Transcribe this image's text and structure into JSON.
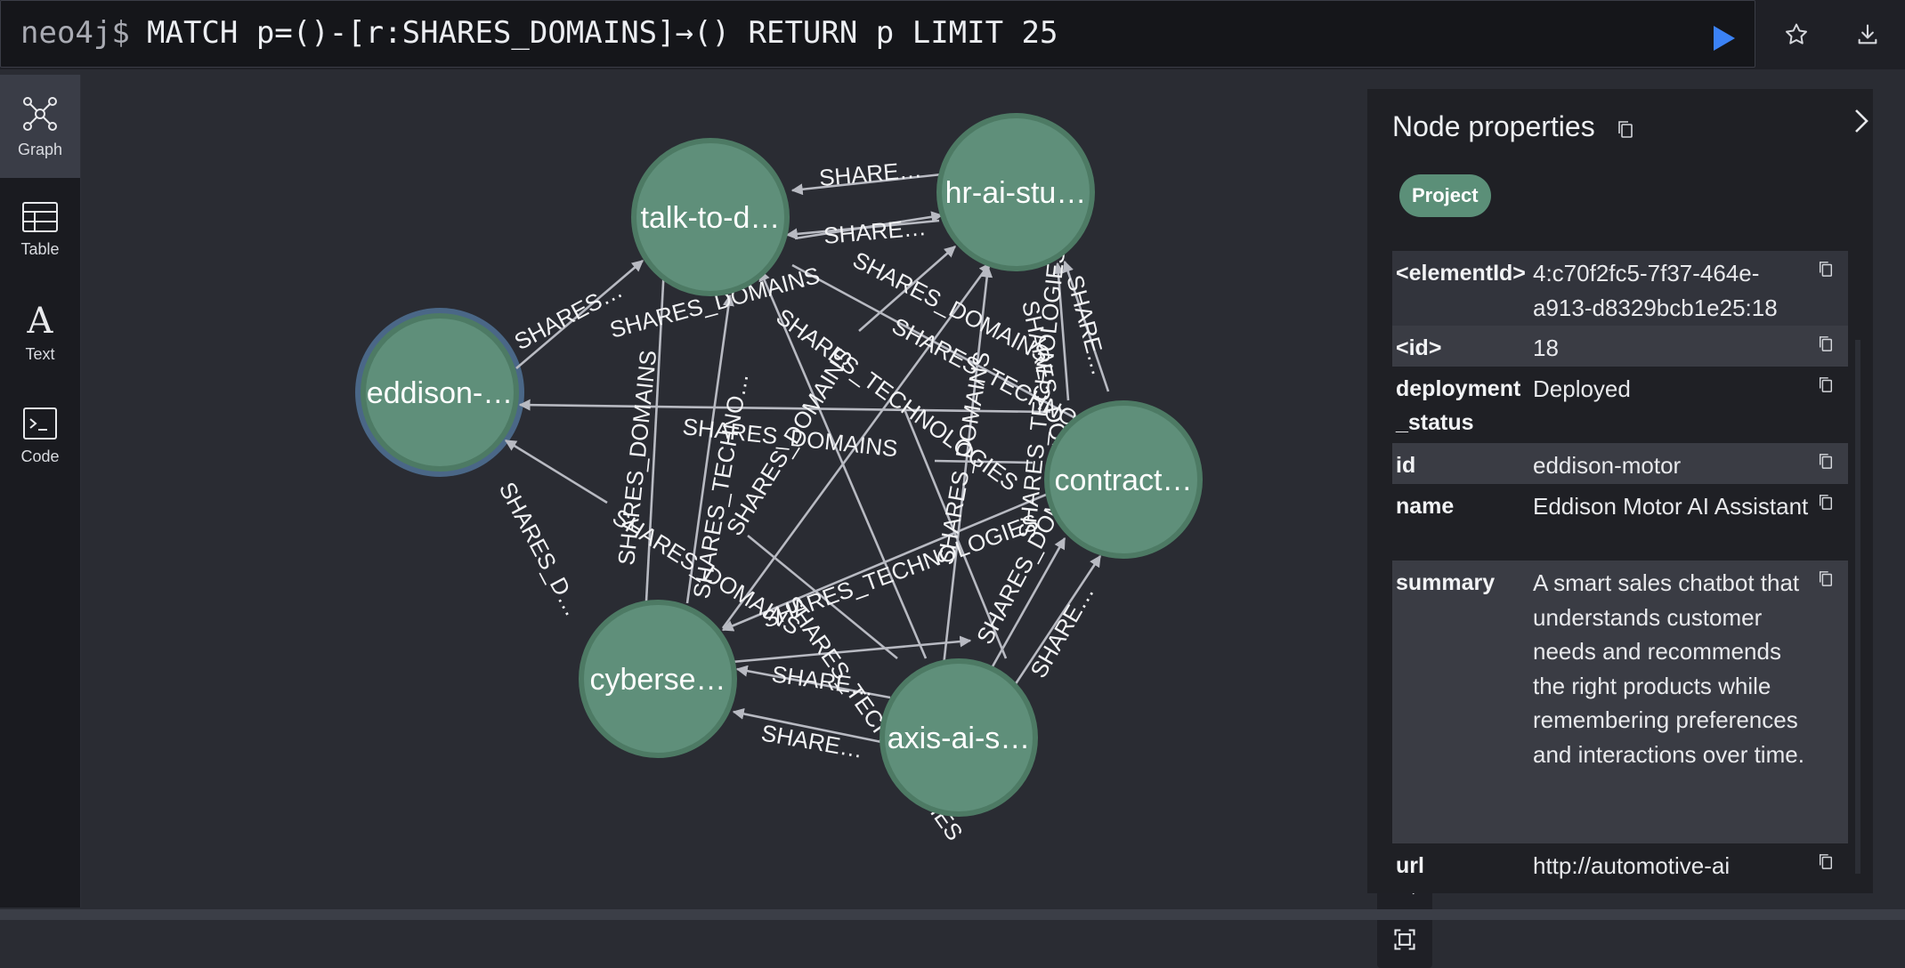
{
  "query": {
    "prompt": "neo4j$",
    "text": "MATCH p=()-[r:SHARES_DOMAINS]→() RETURN p LIMIT 25"
  },
  "toolbar": {
    "run_icon": "play-icon",
    "favorite_icon": "star-icon",
    "download_icon": "download-icon",
    "accent": "#3b82f6"
  },
  "sidebar": {
    "items": [
      {
        "label": "Graph",
        "icon": "graph-icon",
        "active": true
      },
      {
        "label": "Table",
        "icon": "table-icon"
      },
      {
        "label": "Text",
        "icon": "text-icon"
      },
      {
        "label": "Code",
        "icon": "code-icon"
      }
    ]
  },
  "graph": {
    "node_color": "#5f8f7a",
    "nodes": [
      {
        "id": "talk",
        "label": "talk-to-d…"
      },
      {
        "id": "hr",
        "label": "hr-ai-stu…"
      },
      {
        "id": "eddison",
        "label": "eddison-…",
        "selected": true
      },
      {
        "id": "contract",
        "label": "contract…"
      },
      {
        "id": "cyber",
        "label": "cyberse…"
      },
      {
        "id": "axis",
        "label": "axis-ai-s…"
      }
    ],
    "edge_labels": {
      "share_a": "SHARE…",
      "share_b": "SHARE…",
      "shares_short": "SHARES…",
      "shares_domains": "SHARES_DOMAINS",
      "shares_d": "SHARES_D…",
      "shares_tech": "SHARES_TECHNOLOGIES",
      "shares_tech_trunc": "SHARES_TECHNOLOGI…",
      "shares_techno": "SHARES_TECHNO…",
      "shares_ai": "SHARE…"
    }
  },
  "zoom": {
    "in_icon": "zoom-in-icon",
    "out_icon": "zoom-out-icon",
    "fit_icon": "fit-screen-icon"
  },
  "properties": {
    "title": "Node properties",
    "label": "Project",
    "rows": [
      {
        "key": "<elementId>",
        "value": "4:c70f2fc5-7f37-464e-a913-d8329bcb1e25:18"
      },
      {
        "key": "<id>",
        "value": "18"
      },
      {
        "key": "deployment_status",
        "value": "Deployed"
      },
      {
        "key": "id",
        "value": "eddison-motor"
      },
      {
        "key": "name",
        "value": "Eddison Motor AI Assistant"
      },
      {
        "key": "summary",
        "value": "A smart sales chatbot that understands customer needs and recommends the right products while remembering preferences and interactions over time."
      },
      {
        "key": "url",
        "value": "http://automotive-ai"
      }
    ]
  }
}
